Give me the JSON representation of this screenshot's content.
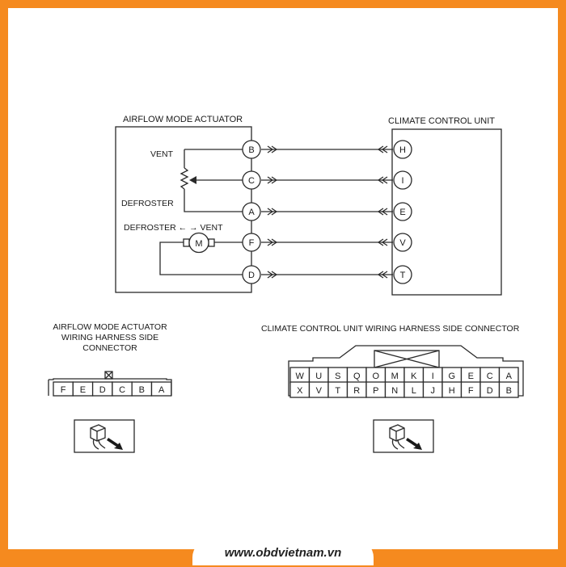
{
  "website": "www.obdvietnam.vn",
  "colors": {
    "border": "#f58a1f",
    "line": "#2a2a2a",
    "background": "#ffffff"
  },
  "schematic": {
    "actuator_title": "AIRFLOW MODE ACTUATOR",
    "unit_title": "CLIMATE CONTROL UNIT",
    "label_vent": "VENT",
    "label_defroster": "DEFROSTER",
    "label_direction": "DEFROSTER ← → VENT",
    "motor_symbol": "M",
    "actuator_pins": [
      "B",
      "C",
      "A",
      "F",
      "D"
    ],
    "unit_pins": [
      "H",
      "I",
      "E",
      "V",
      "T"
    ]
  },
  "actuator_connector": {
    "title_lines": [
      "AIRFLOW MODE ACTUATOR",
      "WIRING HARNESS SIDE",
      "CONNECTOR"
    ],
    "pins": [
      "F",
      "E",
      "D",
      "C",
      "B",
      "A"
    ]
  },
  "unit_connector": {
    "title": "CLIMATE CONTROL UNIT WIRING HARNESS SIDE CONNECTOR",
    "top_row": [
      "W",
      "U",
      "S",
      "Q",
      "O",
      "M",
      "K",
      "I",
      "G",
      "E",
      "C",
      "A"
    ],
    "bottom_row": [
      "X",
      "V",
      "T",
      "R",
      "P",
      "N",
      "L",
      "J",
      "H",
      "F",
      "D",
      "B"
    ]
  },
  "icons": [
    "connector-plug-icon",
    "connector-plug-icon"
  ]
}
